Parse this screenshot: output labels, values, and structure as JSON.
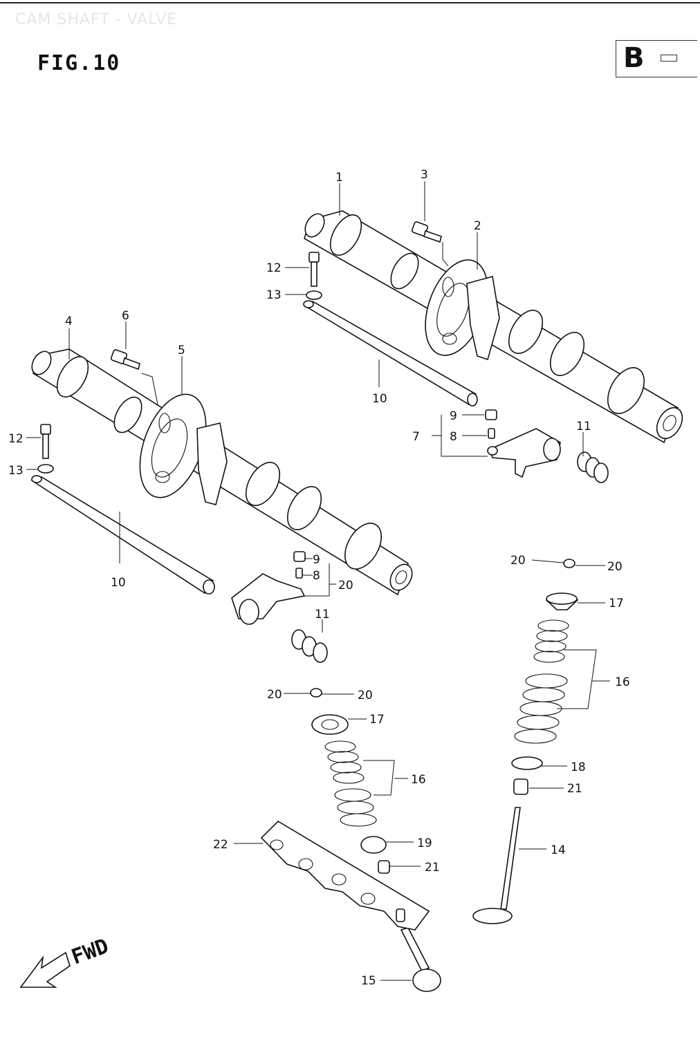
{
  "header": {
    "faint_title": "CAM SHAFT - VALVE",
    "figure_title": "FIG.10",
    "badge_letter": "B"
  },
  "direction": {
    "label": "FWD"
  },
  "callouts": {
    "c1": "1",
    "c2": "2",
    "c3": "3",
    "c4": "4",
    "c5": "5",
    "c6": "6",
    "c7": "7",
    "c8a": "8",
    "c8b": "8",
    "c9a": "9",
    "c9b": "9",
    "c10a": "10",
    "c10b": "10",
    "c11a": "11",
    "c11b": "11",
    "c12a": "12",
    "c12b": "12",
    "c13a": "13",
    "c13b": "13",
    "c14": "14",
    "c15": "15",
    "c16a": "16",
    "c16b": "16",
    "c17a": "17",
    "c17b": "17",
    "c18": "18",
    "c19": "19",
    "c20a": "20",
    "c20b": "20",
    "c20c": "20",
    "c20d": "20",
    "c20e": "20",
    "c21a": "21",
    "c21b": "21",
    "c22": "22"
  }
}
